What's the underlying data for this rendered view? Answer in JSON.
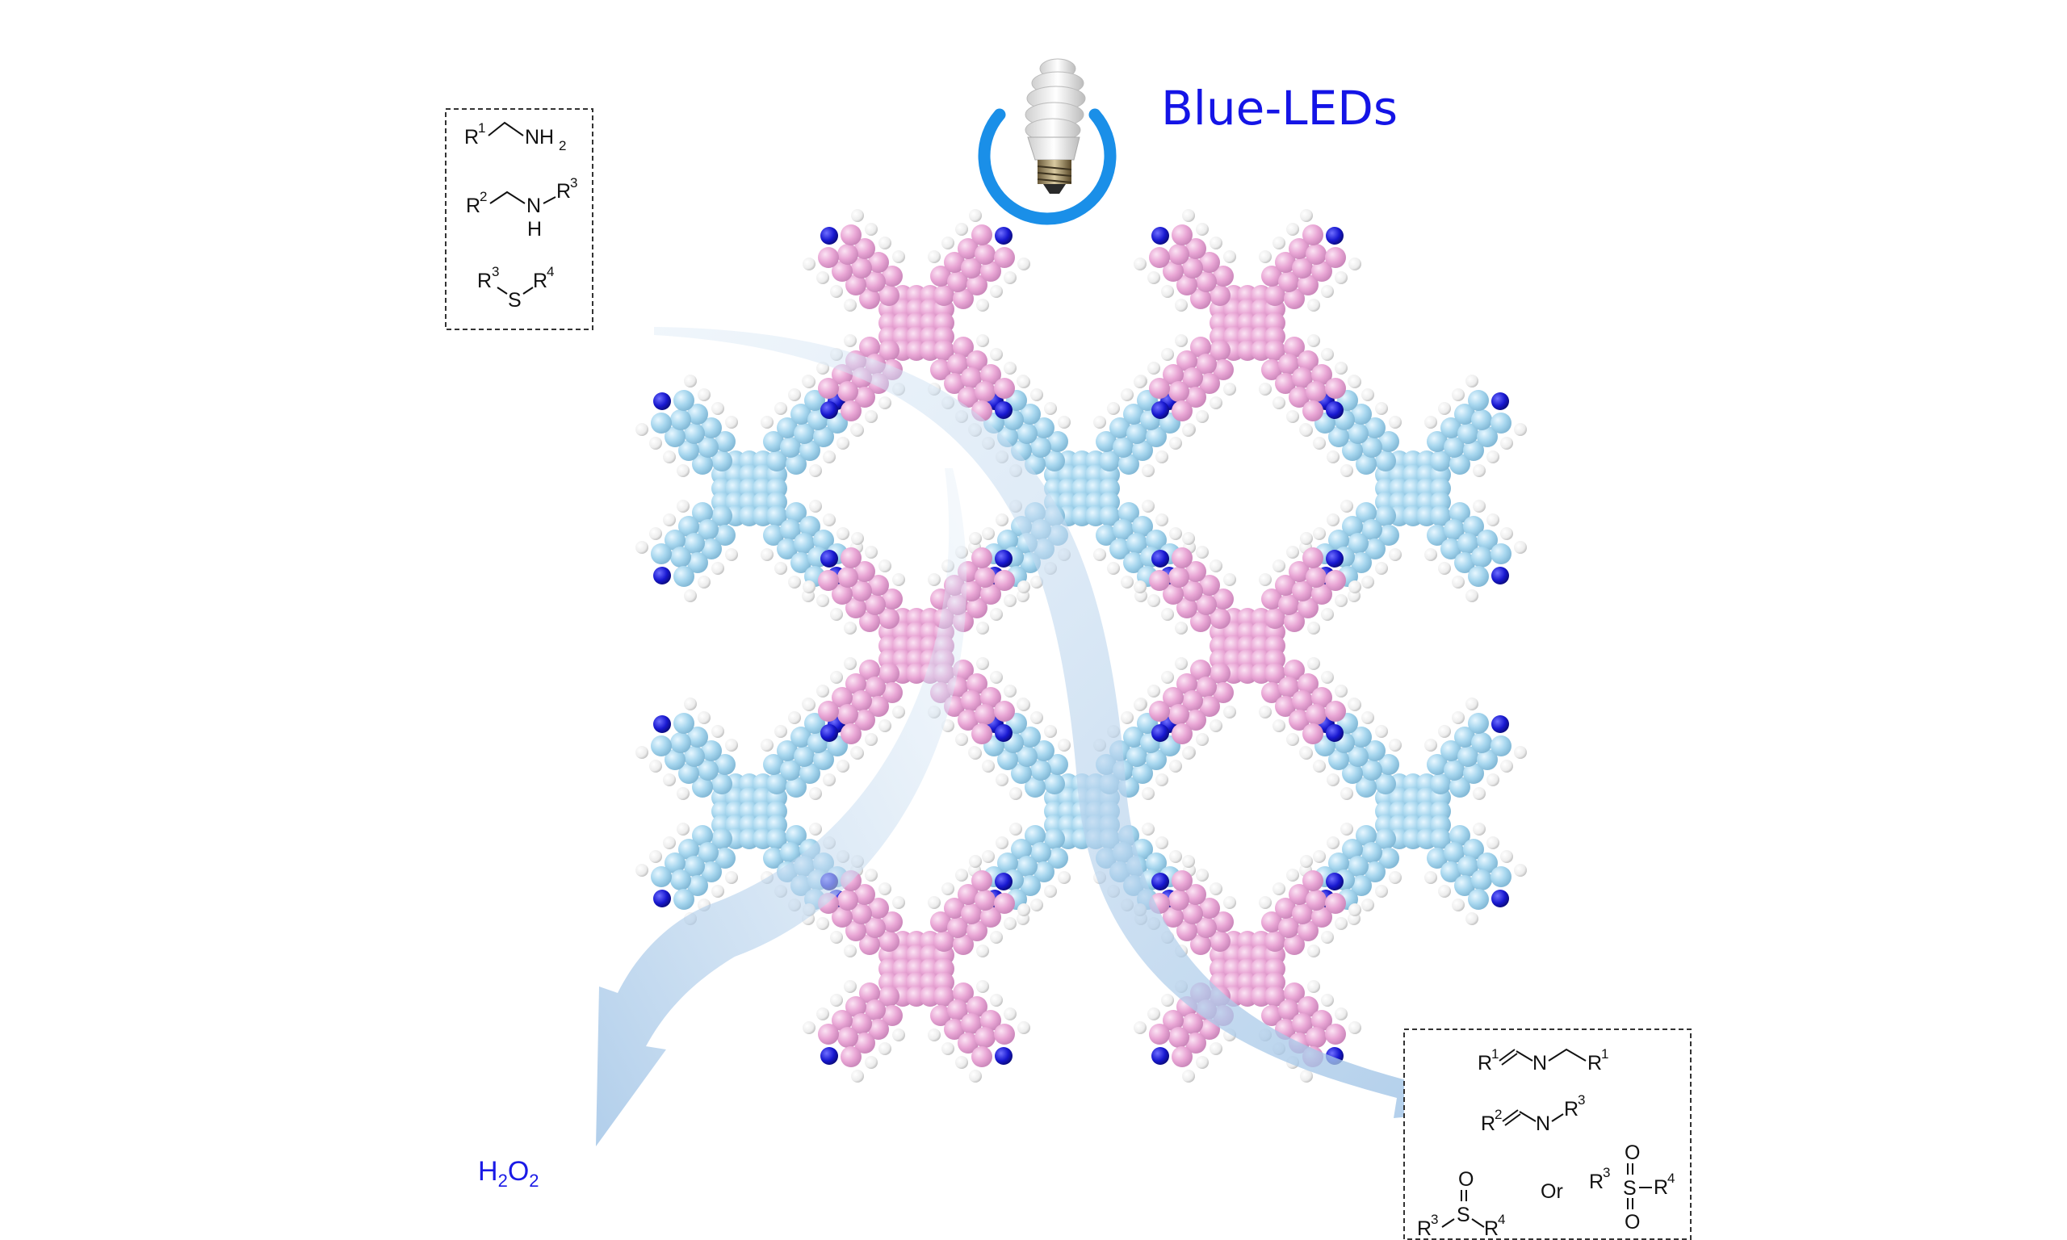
{
  "title": "Blue-LEDs",
  "product_label": {
    "main": "H",
    "sub1": "2",
    "mid": "O",
    "sub2": "2"
  },
  "reactants": {
    "amine_primary": {
      "R": "R",
      "sup": "1",
      "group": "NH",
      "sub": "2"
    },
    "amine_secondary": {
      "R": "R",
      "sup": "2",
      "N": "N",
      "H": "H",
      "R3": "R",
      "sup3": "3"
    },
    "sulfide": {
      "R3": "R",
      "sup3": "3",
      "S": "S",
      "R4": "R",
      "sup4": "4"
    }
  },
  "products": {
    "imine_1": {
      "R1a": "R",
      "sup1a": "1",
      "N": "N",
      "R1b": "R",
      "sup1b": "1"
    },
    "imine_2": {
      "R2": "R",
      "sup2": "2",
      "N": "N",
      "R3": "R",
      "sup3": "3"
    },
    "sulfoxide": {
      "R3": "R",
      "sup3": "3",
      "S": "S",
      "O": "O",
      "R4": "R",
      "sup4": "4"
    },
    "or_text": "Or",
    "sulfone": {
      "R3": "R",
      "sup3": "3",
      "S": "S",
      "O1": "O",
      "O2": "O",
      "R4": "R",
      "sup4": "4"
    }
  },
  "colors": {
    "led_arc": "#1a8fe8",
    "title": "#1414e6",
    "pink_atom": "#e9a8d6",
    "blue_atom": "#a6d8ee",
    "nitrogen": "#1a1ad0",
    "hydrogen": "#f2f2f2",
    "arrow": "#a9c8e8"
  },
  "icons": [
    "light-bulb-icon",
    "arrow-to-h2o2",
    "arrow-to-products"
  ]
}
